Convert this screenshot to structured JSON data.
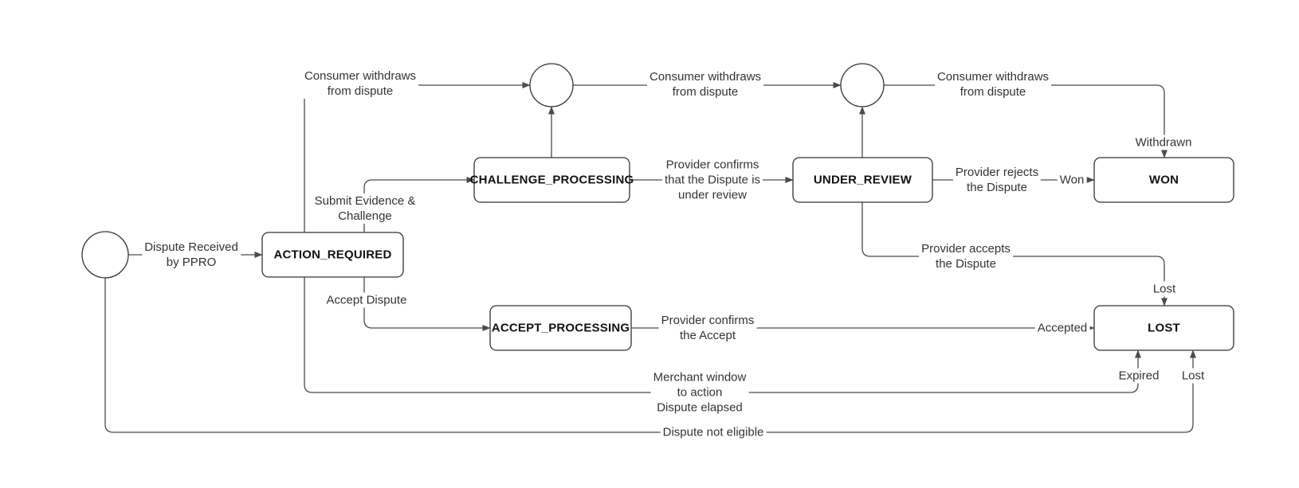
{
  "colors": {
    "background": "#ffffff",
    "node_fill": "#ffffff",
    "node_border": "#333333",
    "edge": "#4b4b4b",
    "label_text": "#333333",
    "state_text": "#111111"
  },
  "states": {
    "action_required": {
      "label": "ACTION_REQUIRED"
    },
    "challenge_processing": {
      "label": "CHALLENGE_PROCESSING"
    },
    "under_review": {
      "label": "UNDER_REVIEW"
    },
    "won": {
      "label": "WON"
    },
    "accept_processing": {
      "label": "ACCEPT_PROCESSING"
    },
    "lost": {
      "label": "LOST"
    }
  },
  "edge_labels": {
    "dispute_received": "Dispute Received\nby PPRO",
    "consumer_withdraws_1": "Consumer withdraws\nfrom dispute",
    "consumer_withdraws_2": "Consumer withdraws\nfrom dispute",
    "consumer_withdraws_3": "Consumer withdraws\nfrom dispute",
    "submit_evidence_challenge": "Submit Evidence &\nChallenge",
    "accept_dispute": "Accept Dispute",
    "provider_confirms_under_review": "Provider confirms\nthat the Dispute is\nunder review",
    "provider_rejects_dispute": "Provider rejects\nthe Dispute",
    "event_won": "Won",
    "event_withdrawn": "Withdrawn",
    "provider_accepts_dispute": "Provider accepts\nthe Dispute",
    "event_lost_top": "Lost",
    "provider_confirms_accept": "Provider confirms\nthe Accept",
    "event_accepted": "Accepted",
    "merchant_window_elapsed": "Merchant window\nto action\nDispute elapsed",
    "event_expired": "Expired",
    "event_lost_bottom": "Lost",
    "dispute_not_eligible": "Dispute not eligible"
  }
}
